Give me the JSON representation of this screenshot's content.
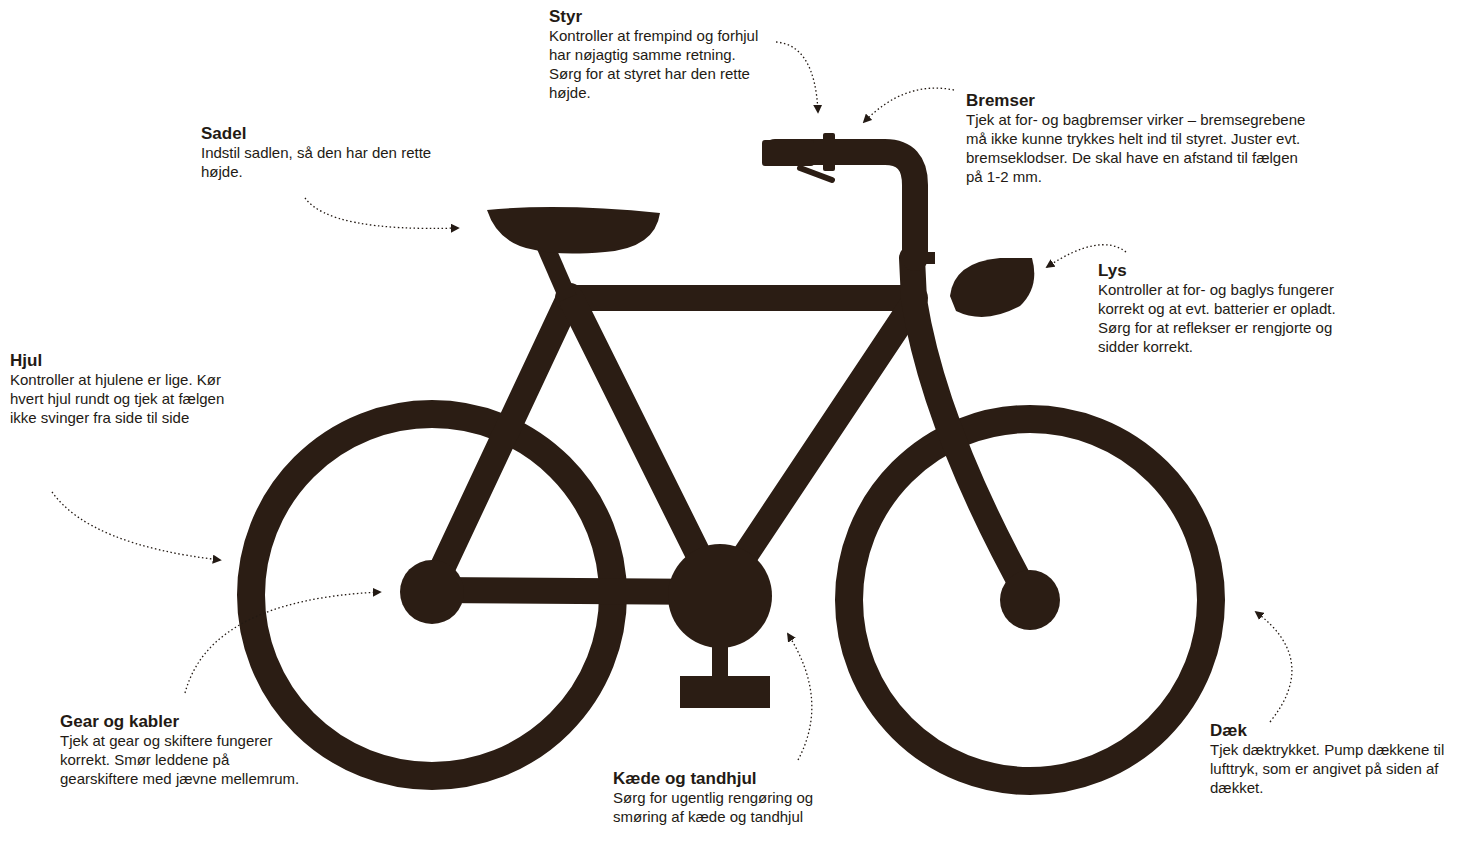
{
  "diagram": {
    "labels": [
      "Styr",
      "Kontroller at frempind og forhjul har nøjagtig samme retning. Sørg for at styret har den rette højde.",
      "Bremser",
      "Tjek at for- og bagbremser virker – bremsegrebene må ikke kunne trykkes helt ind til styret. Juster evt. bremseklodser. De skal have en afstand til fælgen på 1-2 mm.",
      "Sadel",
      "Indstil sadlen, så den har den rette højde.",
      "Lys",
      "Kontroller at for- og baglys fungerer korrekt og at evt. batterier er opladt. Sørg for at reflekser er rengjorte og sidder korrekt.",
      "Hjul",
      "Kontroller at hjulene er lige. Kør hvert hjul rundt og tjek at fælgen ikke svinger fra side til side",
      "Gear og kabler",
      "Tjek at gear og skiftere fungerer korrekt. Smør leddene på gearskiftere med jævne mellemrum.",
      "Dæk",
      "Tjek dæktrykket. Pump dækkene til lufttryk, som er angivet på siden af dækket.",
      "Kæde og tandhjul",
      "Sørg for ugentlig rengøring og smøring af kæde og tandhjul"
    ]
  }
}
